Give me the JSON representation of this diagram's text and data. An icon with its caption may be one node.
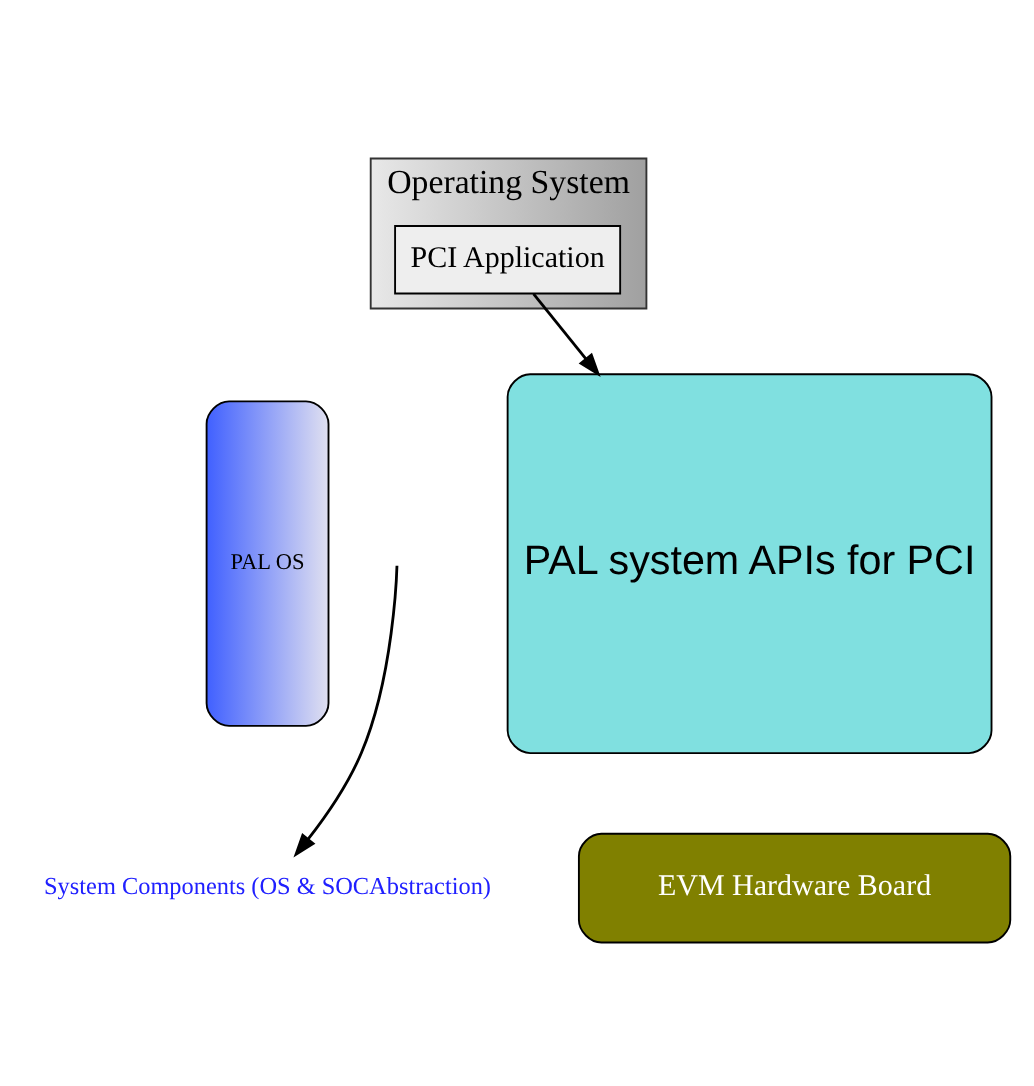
{
  "diagram": {
    "nodes": [
      {
        "text": [
          "Operating System"
        ]
      },
      {
        "text": [
          "PCI Application"
        ],
        "in": 0
      },
      {
        "text": [
          "PAL OS"
        ]
      },
      {
        "text": [
          "PAL system APIs for PCI"
        ]
      },
      {
        "text": [
          "System Components (OS & SOCAbstraction)"
        ]
      },
      {
        "text": [
          "EVM Hardware Board"
        ]
      }
    ],
    "edges": [
      {
        "from": 1,
        "to": 3,
        "arrow": "to"
      },
      {
        "from": null,
        "to": 4,
        "arrow": "to"
      }
    ]
  }
}
